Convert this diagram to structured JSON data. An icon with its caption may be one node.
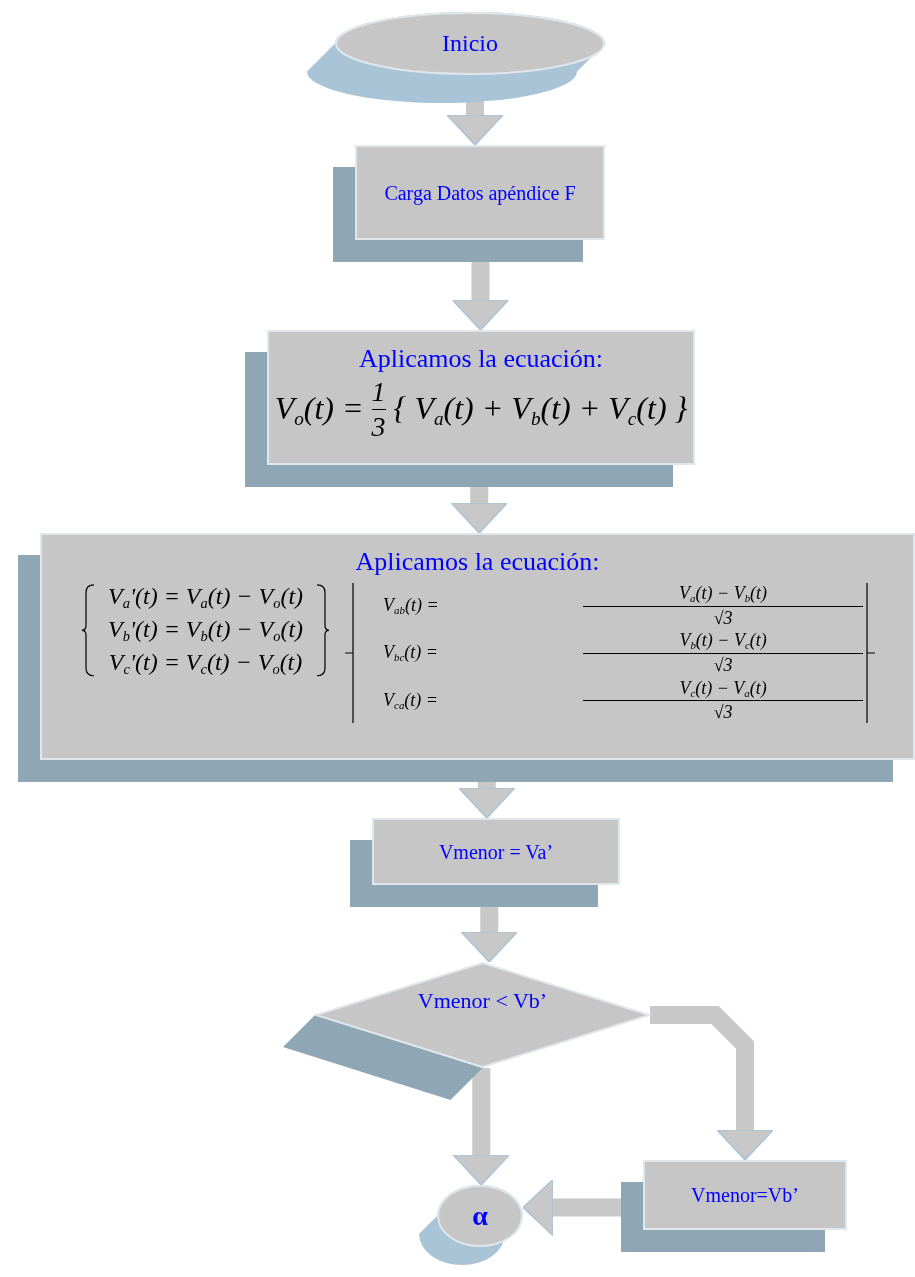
{
  "diagram": {
    "nodes": [
      {
        "text": [
          "Inicio"
        ]
      },
      {
        "text": [
          "Carga Datos apéndice F"
        ]
      },
      {
        "text": [
          "Aplicamos la ecuación:",
          "V$_{o}$(t) =",
          "1",
          "3",
          "{ V$_{a}$(t) + V$_{b}$(t) + V$_{c}$(t) }"
        ]
      },
      {
        "text": [
          "Aplicamos la ecuación:",
          "V$_{a}$'(t) = V$_{a}$(t) − V$_{o}$(t)",
          "V$_{b}$'(t) = V$_{b}$(t) − V$_{o}$(t)",
          "V$_{c}$'(t) = V$_{c}$(t) − V$_{o}$(t)",
          "V$_{ab}$(t) =",
          "V$_{a}$(t) − V$_{b}$(t)",
          "√3",
          "V$_{bc}$(t) =",
          "V$_{b}$(t) − V$_{c}$(t)",
          "√3",
          "V$_{ca}$(t) =",
          "V$_{c}$(t) − V$_{a}$(t)",
          "√3"
        ]
      },
      {
        "text": [
          "Vmenor = Va’"
        ]
      },
      {
        "text": [
          "Vmenor < Vb’"
        ]
      },
      {
        "text": [
          "Vmenor=Vb’"
        ]
      },
      {
        "text": [
          "α"
        ]
      }
    ],
    "edges": [
      {
        "from": 0,
        "to": 1,
        "arrow": "to"
      },
      {
        "from": 1,
        "to": 2,
        "arrow": "to"
      },
      {
        "from": 2,
        "to": 3,
        "arrow": "to"
      },
      {
        "from": 3,
        "to": 4,
        "arrow": "to"
      },
      {
        "from": 4,
        "to": 5,
        "arrow": "to"
      },
      {
        "from": 5,
        "to": 7,
        "arrow": "to"
      },
      {
        "from": 5,
        "to": 6,
        "arrow": "to"
      },
      {
        "from": 6,
        "to": 7,
        "arrow": "to"
      }
    ]
  }
}
